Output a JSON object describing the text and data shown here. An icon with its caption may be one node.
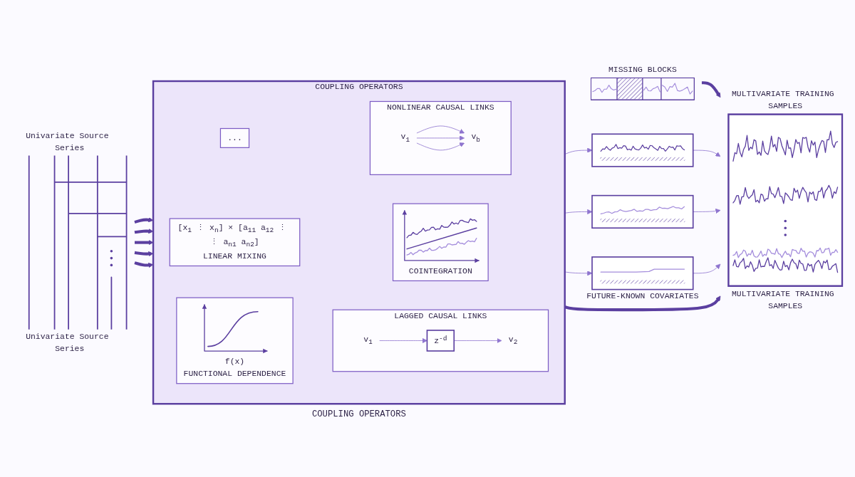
{
  "diagram": {
    "nodes": [
      {
        "text": [
          "Univariate Source Series"
        ],
        "beside": [
          "Univariate Source Series"
        ]
      },
      {
        "text": [
          "COUPLING OPERATORS"
        ],
        "beside": [
          "COUPLING OPERATORS"
        ]
      },
      {
        "text": [
          "[x$_{1}$ ⋮ x$_{n}$] × [a$_{11}$ a$_{12}$ ⋮ ⋮ a$_{n1}$ a$_{n2}$]",
          "LINEAR MIXING"
        ],
        "in": 1
      },
      {
        "text": [
          "COINTEGRATION"
        ],
        "in": 1
      },
      {
        "text": [
          "f(x)",
          "FUNCTIONAL DEPENDENCE"
        ],
        "in": 1
      },
      {
        "text": [
          "LAGGED CAUSAL LINKS"
        ],
        "in": 1
      },
      {
        "text": [
          "v$_{1}$"
        ],
        "in": 5
      },
      {
        "text": [
          "z$^{-d}$"
        ],
        "in": 5
      },
      {
        "text": [
          "v$_{2}$"
        ],
        "in": 5
      },
      {
        "text": [
          "..."
        ],
        "in": 1
      },
      {
        "text": [
          "NONLINEAR CAUSAL LINKS"
        ],
        "in": 1
      },
      {
        "text": [
          "v$_{1}$"
        ],
        "in": 10
      },
      {
        "text": [
          "v$_{b}$"
        ],
        "in": 10
      },
      {
        "text": [
          "MISSING BLOCKS"
        ]
      },
      {
        "text": [],
        "shape": "box"
      },
      {
        "text": [],
        "shape": "box"
      },
      {
        "text": [],
        "shape": "box"
      },
      {
        "text": [
          "MULTIVARIATE TRAINING SAMPLES"
        ],
        "beside": [
          "MULTIVARIATE TRAINING SAMPLES"
        ]
      }
    ],
    "edges": [
      {
        "from": 0,
        "to": 1,
        "arrow": "to",
        "style": "thick"
      },
      {
        "from": 0,
        "to": 1,
        "arrow": "to",
        "style": "thick"
      },
      {
        "from": 0,
        "to": 1,
        "arrow": "to",
        "style": "thick"
      },
      {
        "from": 0,
        "to": 1,
        "arrow": "to",
        "style": "thick"
      },
      {
        "from": 0,
        "to": 1,
        "arrow": "to",
        "style": "thick"
      },
      {
        "from": 6,
        "to": 7,
        "arrow": "to"
      },
      {
        "from": 7,
        "to": 8,
        "arrow": "to"
      },
      {
        "from": 11,
        "to": 12,
        "arrow": "to"
      },
      {
        "from": 11,
        "to": 12,
        "arrow": "to"
      },
      {
        "from": 11,
        "to": 12,
        "arrow": "to"
      },
      {
        "from": 13,
        "to": 17,
        "arrow": "to",
        "style": "thick"
      },
      {
        "from": 1,
        "to": 17,
        "arrow": "to",
        "style": "thick"
      },
      {
        "from": 1,
        "to": 14,
        "arrow": "to"
      },
      {
        "from": 1,
        "to": 15,
        "arrow": "to"
      },
      {
        "from": 1,
        "to": 16,
        "arrow": "to"
      },
      {
        "from": 14,
        "to": 17,
        "arrow": "to"
      },
      {
        "from": 15,
        "to": 17,
        "arrow": "to"
      },
      {
        "from": 16,
        "to": 17,
        "arrow": "to"
      }
    ],
    "labels": [
      "FUTURE-KNOWN COVARIATES"
    ]
  }
}
